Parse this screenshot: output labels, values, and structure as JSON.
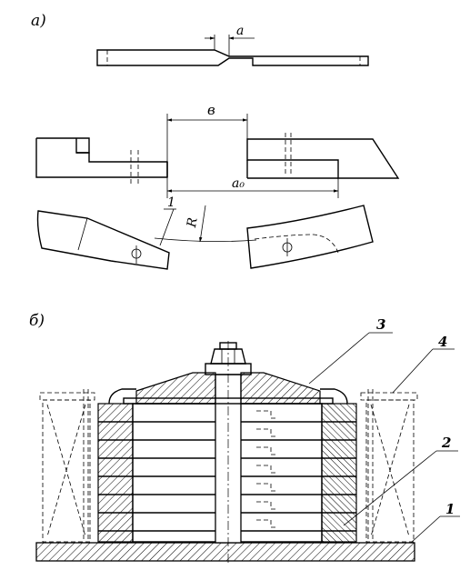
{
  "part_a": {
    "label": "а)",
    "dim_a": "а",
    "dim_b": "в",
    "dim_a0": "а₀",
    "dim_r": "R",
    "callout_1": "1"
  },
  "part_b": {
    "label": "б)",
    "callout_1": "1",
    "callout_2": "2",
    "callout_3": "3",
    "callout_4": "4"
  }
}
